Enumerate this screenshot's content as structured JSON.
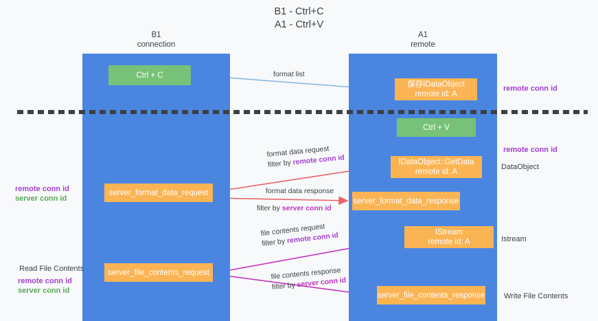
{
  "title": {
    "line1": "B1 - Ctrl+C",
    "line2": "A1 - Ctrl+V"
  },
  "lanes": [
    {
      "name": "B1",
      "subtitle": "connection",
      "color": "#4a86e0"
    },
    {
      "name": "A1",
      "subtitle": "remote",
      "color": "#4a86e0"
    }
  ],
  "nodes": {
    "ctrl_c": {
      "line1": "Ctrl + C",
      "line2": "",
      "color": "#77c278"
    },
    "save_idataobject": {
      "line1": "保存IDataObject",
      "line2": "remote id: A",
      "color": "#fbb454"
    },
    "ctrl_v": {
      "line1": "Ctrl + V",
      "line2": "",
      "color": "#77c278"
    },
    "getdata": {
      "line1": "IDataObject::GetData",
      "line2": "remote id: A",
      "color": "#fbb454"
    },
    "format_data_request": {
      "line1": "server_format_data_request",
      "line2": "",
      "color": "#fbb454"
    },
    "format_data_response": {
      "line1": "server_format_data_response",
      "line2": "",
      "color": "#fbb454"
    },
    "istream": {
      "line1": "IStream",
      "line2": "remote id: A",
      "color": "#fbb454"
    },
    "file_contents_request": {
      "line1": "server_file_contents_request",
      "line2": "",
      "color": "#fbb454"
    },
    "file_contents_response": {
      "line1": "server_file_contents_response",
      "line2": "",
      "color": "#fbb454"
    }
  },
  "edges": {
    "format_list": {
      "label": "format list"
    },
    "format_data_request": {
      "line1": "format data request",
      "filter_prefix": "filter by ",
      "filter_key": "remote conn id"
    },
    "format_data_response": {
      "line1": "format data response",
      "filter_prefix": "filter by ",
      "filter_key": "server conn id"
    },
    "file_contents_request": {
      "line1": "file contents request",
      "filter_prefix": "filter by ",
      "filter_key": "remote conn id"
    },
    "file_contents_response": {
      "line1": "file contents response",
      "filter_prefix": "filter by ",
      "filter_key": "server conn id"
    }
  },
  "side_labels": {
    "right": [
      {
        "text": "remote conn id",
        "style": "purple"
      },
      {
        "text": "remote conn id",
        "style": "purple"
      },
      {
        "text": "DataObject",
        "style": "plain"
      },
      {
        "text": "Istream",
        "style": "plain"
      },
      {
        "text": "Write File Contents",
        "style": "plain"
      }
    ],
    "left": [
      {
        "text": "remote conn id",
        "style": "purple"
      },
      {
        "text": "server conn id",
        "style": "green"
      },
      {
        "text": "Read File Contents",
        "style": "plain"
      },
      {
        "text": "remote conn id",
        "style": "purple"
      },
      {
        "text": "server conn id",
        "style": "green"
      }
    ]
  },
  "colors": {
    "lane_blue": "#4a86e0",
    "node_green": "#77c278",
    "node_orange": "#fbb454",
    "arrow_blue": "#85b8e8",
    "arrow_red": "#e8646a",
    "arrow_magenta": "#c035bf",
    "arrow_black": "#1a1a1a",
    "divider_dashed": "#3c4043",
    "highlight_purple": "#a43fd0",
    "highlight_green": "#57a957",
    "background": "#f8f9fa"
  }
}
